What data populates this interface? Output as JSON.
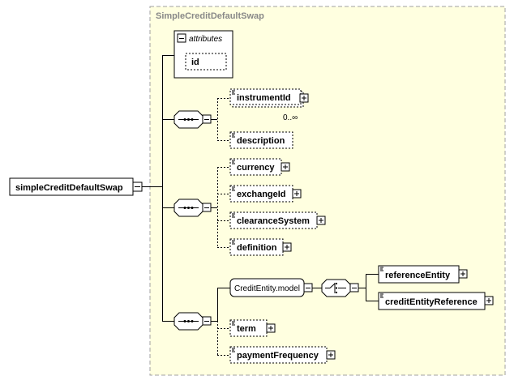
{
  "complex_type": {
    "title": "SimpleCreditDefaultSwap"
  },
  "root_element": {
    "label": "simpleCreditDefaultSwap"
  },
  "attributes": {
    "header": "attributes",
    "items": [
      "id"
    ]
  },
  "sequence_1": {
    "elements": [
      {
        "label": "instrumentId",
        "occurrence": "0..∞"
      },
      {
        "label": "description"
      }
    ]
  },
  "sequence_2": {
    "elements": [
      {
        "label": "currency"
      },
      {
        "label": "exchangeId"
      },
      {
        "label": "clearanceSystem"
      },
      {
        "label": "definition"
      }
    ]
  },
  "sequence_3": {
    "group": {
      "label": "CreditEntity.model"
    },
    "choice_elements": [
      {
        "label": "referenceEntity"
      },
      {
        "label": "creditEntityReference"
      }
    ],
    "elements": [
      {
        "label": "term"
      },
      {
        "label": "paymentFrequency"
      }
    ]
  },
  "colors": {
    "type_background": "#ffffe0",
    "type_border": "#a0a0a0",
    "title_text": "#888888",
    "line": "#000000",
    "box_background": "#ffffff"
  }
}
